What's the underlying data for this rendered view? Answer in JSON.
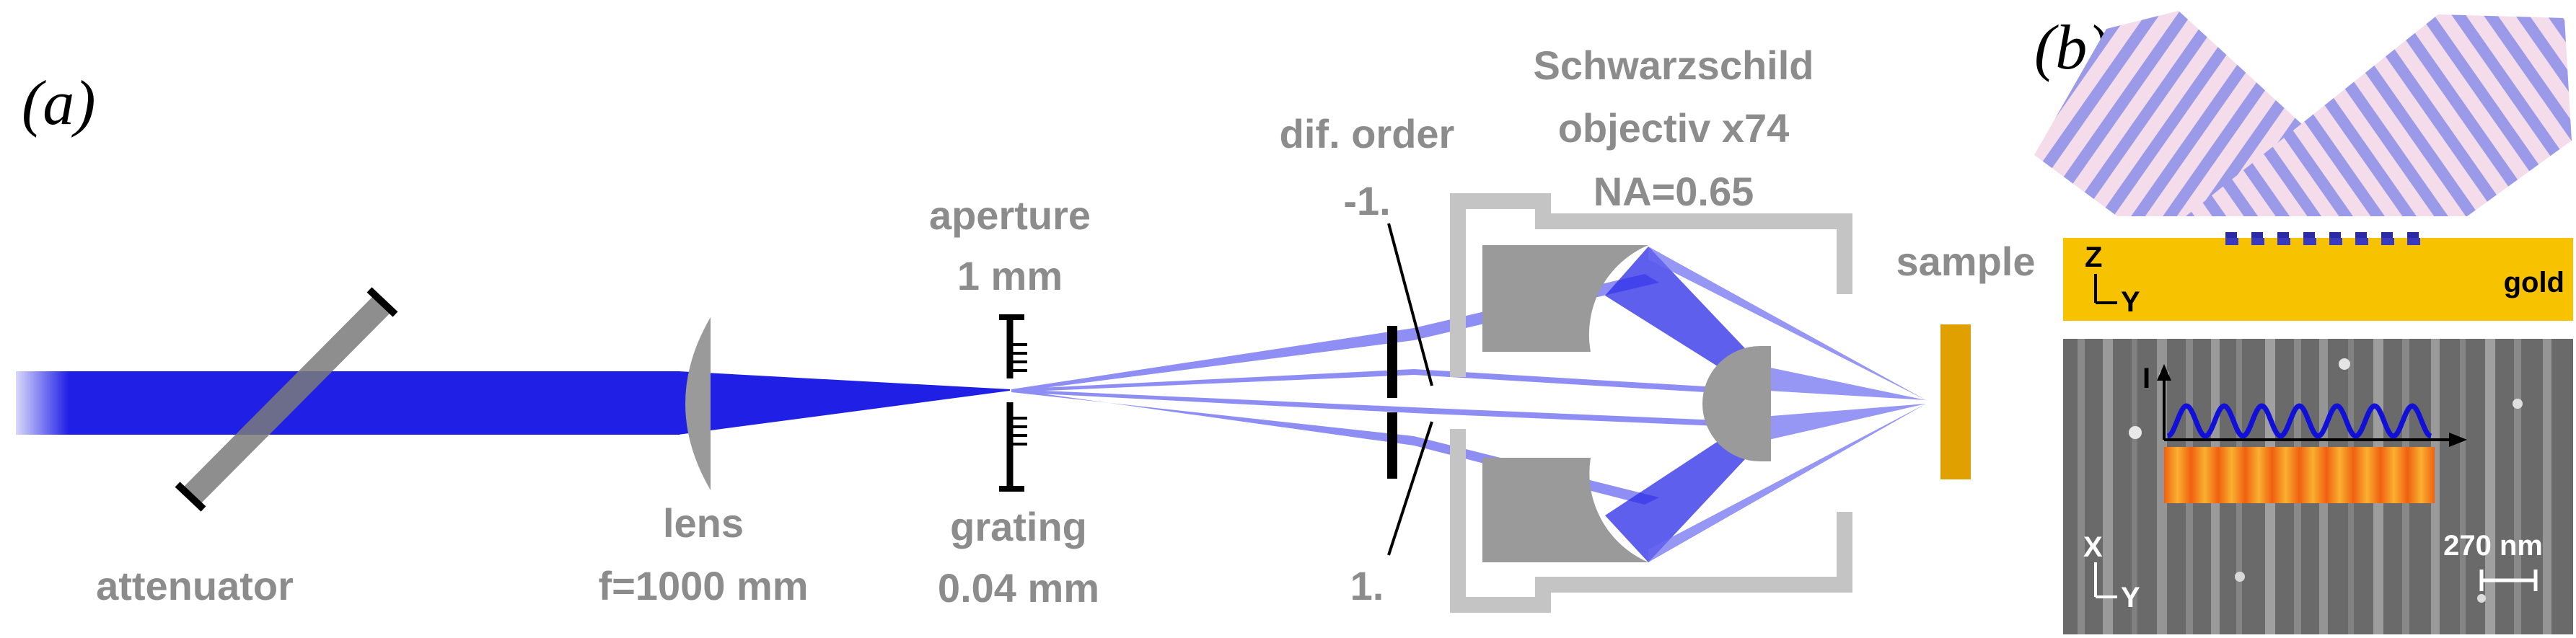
{
  "panel_a": {
    "label": "(a)",
    "attenuator": "attenuator",
    "lens": "lens",
    "lens_focal": "f=1000 mm",
    "aperture": "aperture",
    "aperture_size": "1 mm",
    "grating": "grating",
    "grating_period": "0.04 mm",
    "dif_order": "dif. order",
    "order_minus": "-1.",
    "order_plus": "1.",
    "objective_l1": "Schwarzschild",
    "objective_l2": "objectiv x74",
    "objective_l3": "NA=0.65",
    "sample": "sample"
  },
  "panel_b": {
    "label": "(b)",
    "gold": "gold",
    "axis_z": "Z",
    "axis_y": "Y",
    "axis_x": "X",
    "intensity": "I",
    "scalebar": "270 nm"
  },
  "colors": {
    "beam": "#1f1fe6",
    "beam_light": "#7a7af2",
    "element_gray": "#9a9a9a",
    "gold": "#f7c200",
    "sample": "#e0a000",
    "label_gray": "#8c8c8c"
  }
}
